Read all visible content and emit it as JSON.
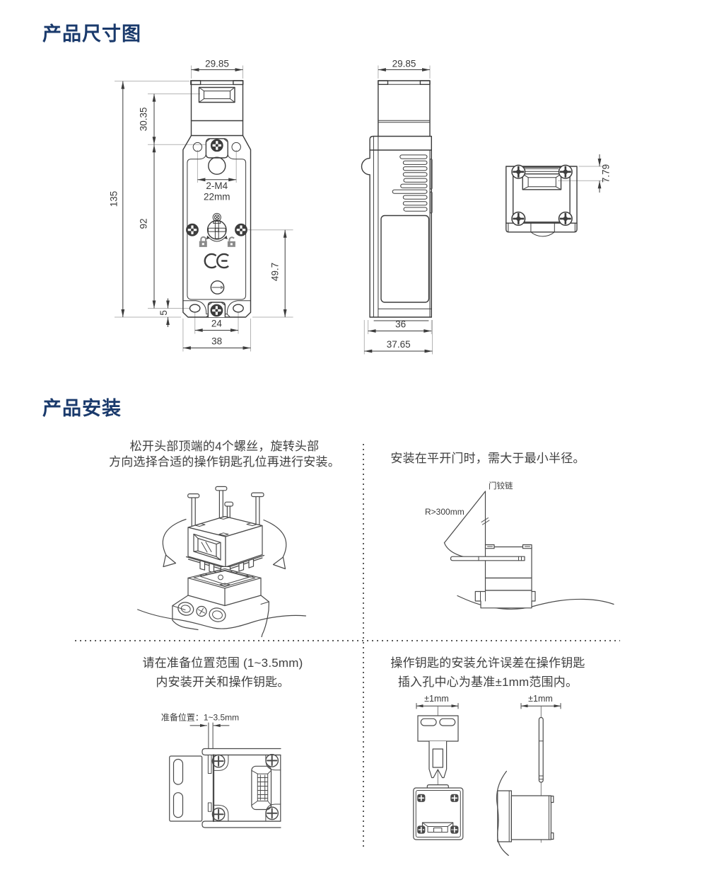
{
  "page": {
    "background": "#ffffff",
    "accent_color": "#1a3a6c",
    "text_color": "#3f3f3f"
  },
  "dimensions_section": {
    "heading": "产品尺寸图",
    "front_view": {
      "top_width": "29.85",
      "head_height": "30.35",
      "total_height": "135",
      "body_height": "92",
      "bottom_hole_offset": "5",
      "hole_spacing": "24",
      "base_width": "38",
      "lower_height": "49.7",
      "mount_thread": "2-M4",
      "thread_spacing": "22mm"
    },
    "side_view": {
      "top_width": "29.85",
      "body_depth": "36",
      "total_depth": "37.65"
    },
    "top_view": {
      "slot_offset": "7.79"
    }
  },
  "installation_section": {
    "heading": "产品安装",
    "steps": [
      {
        "text_line1": "松开头部顶端的4个螺丝，旋转头部",
        "text_line2": "方向选择合适的操作钥匙孔位再进行安装。"
      },
      {
        "text_line1": "安装在平开门时，需大于最小半径。",
        "hinge_label": "门铰链",
        "radius_label": "R>300mm"
      },
      {
        "text_line1": "请在准备位置范围 (1~3.5mm)",
        "text_line2": "内安装开关和操作钥匙。",
        "gap_label": "准备位置：1~3.5mm"
      },
      {
        "text_line1": "操作钥匙的安装允许误差在操作钥匙",
        "text_line2": "插入孔中心为基准±1mm范围内。",
        "tolerance_front_label": "±1mm",
        "tolerance_side_label": "±1mm"
      }
    ]
  }
}
